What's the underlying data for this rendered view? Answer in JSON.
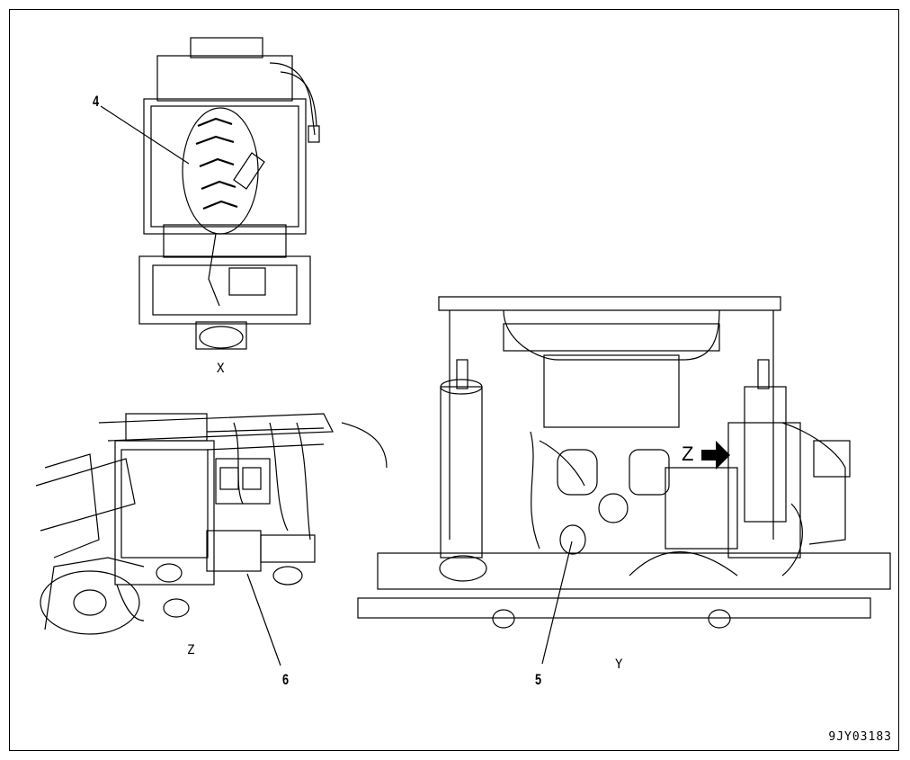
{
  "views": {
    "x": {
      "label": "X"
    },
    "y": {
      "label": "Y"
    },
    "z": {
      "label": "Z"
    }
  },
  "callouts": {
    "c4": "4",
    "c5": "5",
    "c6": "6"
  },
  "direction_marker": {
    "label": "Z"
  },
  "drawing_number": "9JY03183",
  "colors": {
    "line": "#000000",
    "background": "#ffffff"
  }
}
